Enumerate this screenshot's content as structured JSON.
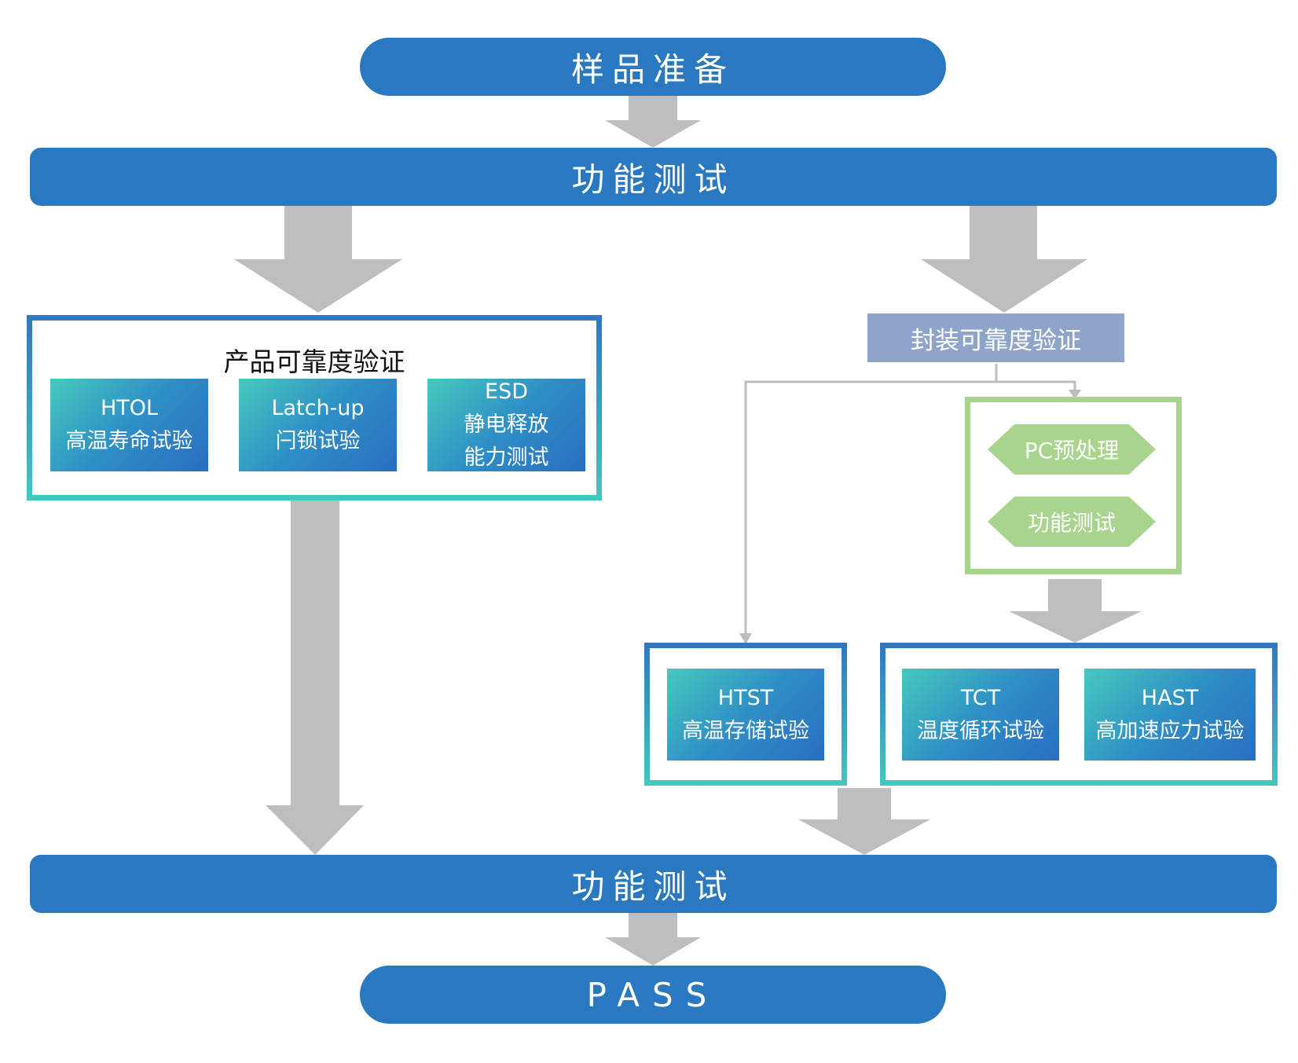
{
  "start": {
    "label": "样品准备"
  },
  "function_test_top": {
    "label": "功能测试"
  },
  "product_reliability": {
    "title": "产品可靠度验证",
    "items": [
      {
        "code": "HTOL",
        "name": "高温寿命试验"
      },
      {
        "code": "Latch-up",
        "name": "闩锁试验"
      },
      {
        "code": "ESD",
        "name": "静电释放",
        "name2": "能力测试"
      }
    ]
  },
  "package_reliability": {
    "title": "封装可靠度验证",
    "precondition": {
      "steps": [
        "PC预处理",
        "功能测试"
      ]
    },
    "htst": {
      "code": "HTST",
      "name": "高温存储试验"
    },
    "items": [
      {
        "code": "TCT",
        "name": "温度循环试验"
      },
      {
        "code": "HAST",
        "name": "高加速应力试验"
      }
    ]
  },
  "function_test_bottom": {
    "label": "功能测试"
  },
  "end": {
    "label": "PASS"
  },
  "colors": {
    "primary_blue": "#2a79c0",
    "arrow_gray": "#bdbdbd",
    "teal": "#44c7bd",
    "green": "#a8d48d",
    "slate": "#8fa4ca"
  }
}
